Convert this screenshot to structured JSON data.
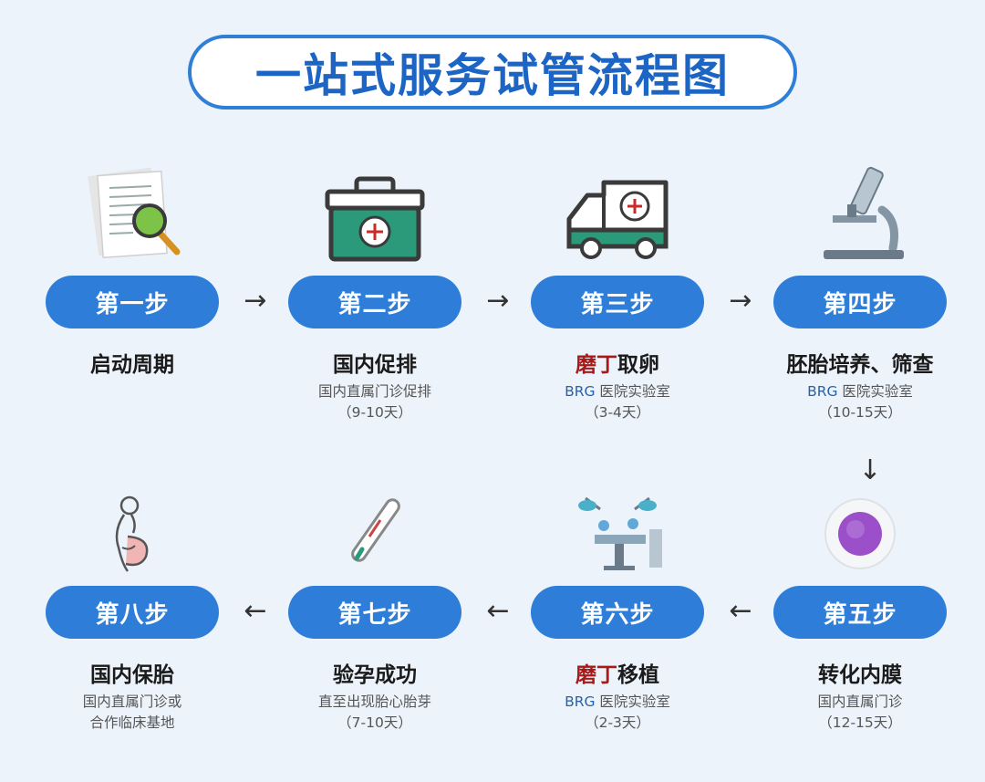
{
  "title": "一站式服务试管流程图",
  "steps": [
    {
      "label": "第一步",
      "name_brand": "",
      "name": "启动周期",
      "desc_brand": "",
      "desc1": "",
      "desc2": "",
      "icon": "document-magnifier-icon"
    },
    {
      "label": "第二步",
      "name_brand": "",
      "name": "国内促排",
      "desc_brand": "",
      "desc1": "国内直属门诊促排",
      "desc2": "（9-10天）",
      "icon": "medical-kit-icon"
    },
    {
      "label": "第三步",
      "name_brand": "磨丁",
      "name": "取卵",
      "desc_brand": "BRG",
      "desc1": " 医院实验室",
      "desc2": "（3-4天）",
      "icon": "ambulance-icon"
    },
    {
      "label": "第四步",
      "name_brand": "",
      "name": "胚胎培养、筛查",
      "desc_brand": "BRG",
      "desc1": " 医院实验室",
      "desc2": "（10-15天）",
      "icon": "microscope-icon"
    },
    {
      "label": "第五步",
      "name_brand": "",
      "name": "转化内膜",
      "desc_brand": "",
      "desc1": "国内直属门诊",
      "desc2": "（12-15天）",
      "icon": "cell-icon"
    },
    {
      "label": "第六步",
      "name_brand": "磨丁",
      "name": "移植",
      "desc_brand": "BRG",
      "desc1": " 医院实验室",
      "desc2": "（2-3天）",
      "icon": "operating-room-icon"
    },
    {
      "label": "第七步",
      "name_brand": "",
      "name": "验孕成功",
      "desc_brand": "",
      "desc1": "直至出现胎心胎芽",
      "desc2": "（7-10天）",
      "icon": "thermometer-icon"
    },
    {
      "label": "第八步",
      "name_brand": "",
      "name": "国内保胎",
      "desc_brand": "",
      "desc1": "国内直属门诊或",
      "desc2": "合作临床基地",
      "icon": "pregnant-woman-icon"
    }
  ],
  "arrows": [
    "→",
    "→",
    "→",
    "↓",
    "←",
    "←",
    "←"
  ],
  "colors": {
    "pill": "#2e7ed9",
    "title_border": "#2f7fd6",
    "title_text": "#1c65c4",
    "brand": "#a61a1a",
    "brg": "#2a61a8",
    "kit_green": "#2a9a7a"
  }
}
